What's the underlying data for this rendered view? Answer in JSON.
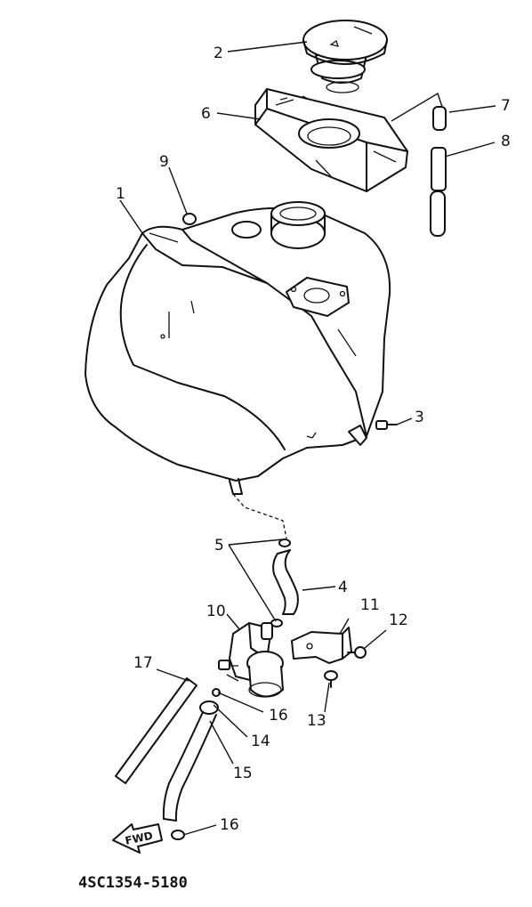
{
  "diagram": {
    "reference_code": "4SC1354-5180",
    "direction_arrow_label": "FWD",
    "callouts": [
      {
        "id": "c1",
        "label": "1"
      },
      {
        "id": "c2",
        "label": "2"
      },
      {
        "id": "c3",
        "label": "3"
      },
      {
        "id": "c4",
        "label": "4"
      },
      {
        "id": "c5",
        "label": "5"
      },
      {
        "id": "c6",
        "label": "6"
      },
      {
        "id": "c7",
        "label": "7"
      },
      {
        "id": "c8",
        "label": "8"
      },
      {
        "id": "c9",
        "label": "9"
      },
      {
        "id": "c10",
        "label": "10"
      },
      {
        "id": "c11",
        "label": "11"
      },
      {
        "id": "c12",
        "label": "12"
      },
      {
        "id": "c13",
        "label": "13"
      },
      {
        "id": "c14",
        "label": "14"
      },
      {
        "id": "c15",
        "label": "15"
      },
      {
        "id": "c16a",
        "label": "16"
      },
      {
        "id": "c16b",
        "label": "16"
      },
      {
        "id": "c17",
        "label": "17"
      }
    ]
  }
}
